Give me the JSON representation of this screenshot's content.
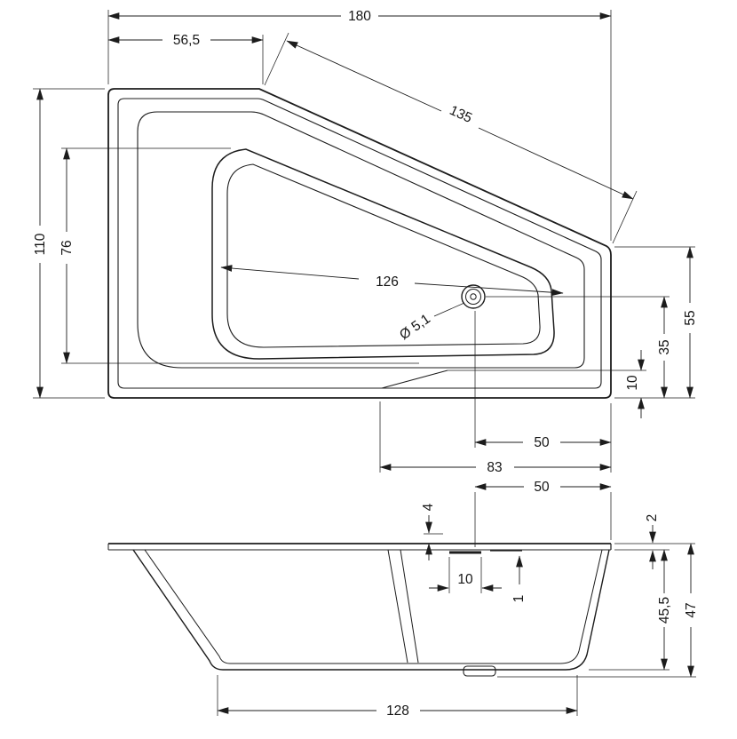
{
  "drawing": {
    "kind": "bathtub technical drawing",
    "background": "#ffffff",
    "line_color": "#1c1c1c"
  },
  "dimensions": {
    "top_view": {
      "overall_length": "180",
      "left_segment": "56,5",
      "diagonal_edge": "135",
      "overall_width": "110",
      "basin_width": "76",
      "drain_from_wall": "126",
      "drain_diameter": "Ø 5,1",
      "right_edge": "55",
      "drain_to_edge": "35",
      "step_height": "10",
      "drain_offset": "50",
      "seat_length": "83"
    },
    "side_view": {
      "overflow_offset": "50",
      "rim_detail": "4",
      "rim_thickness": "2",
      "slot_width": "10",
      "slot_detail": "1",
      "inner_depth": "45,5",
      "overall_height": "47",
      "base_length": "128"
    }
  }
}
